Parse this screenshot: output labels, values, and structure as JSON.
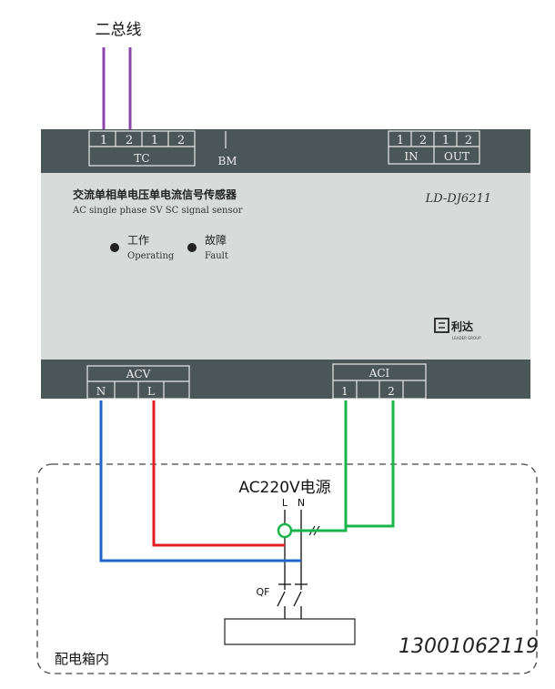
{
  "bus": {
    "label": "二总线"
  },
  "device": {
    "tc_terminals": [
      "1",
      "2",
      "1",
      "2"
    ],
    "tc_label": "TC",
    "bm_label": "BM",
    "right_terminals": [
      "1",
      "2",
      "1",
      "2"
    ],
    "in_label": "IN",
    "out_label": "OUT",
    "title_cn": "交流单相单电压单电流信号传感器",
    "title_en": "AC single phase SV SC signal sensor",
    "model": "LD-DJ6211",
    "led1_cn": "工作",
    "led1_en": "Operating",
    "led2_cn": "故障",
    "led2_en": "Fault",
    "brand_cn": "利达",
    "brand_en": "LEADER GROUP",
    "acv_label": "ACV",
    "acv_n": "N",
    "acv_l": "L",
    "aci_label": "ACI",
    "aci_1": "1",
    "aci_2": "2"
  },
  "panel": {
    "source_label": "AC220V电源",
    "l_label": "L",
    "n_label": "N",
    "breaker_label": "QF",
    "box_label": "配电箱内",
    "phone": "13001062119"
  },
  "colors": {
    "bus_wire": "#8e44ad",
    "n_wire": "#1e64c8",
    "l_wire": "#e02020",
    "ct_wire": "#19b44a",
    "device_body": "#d7dbda",
    "device_strip": "#4a5658"
  }
}
